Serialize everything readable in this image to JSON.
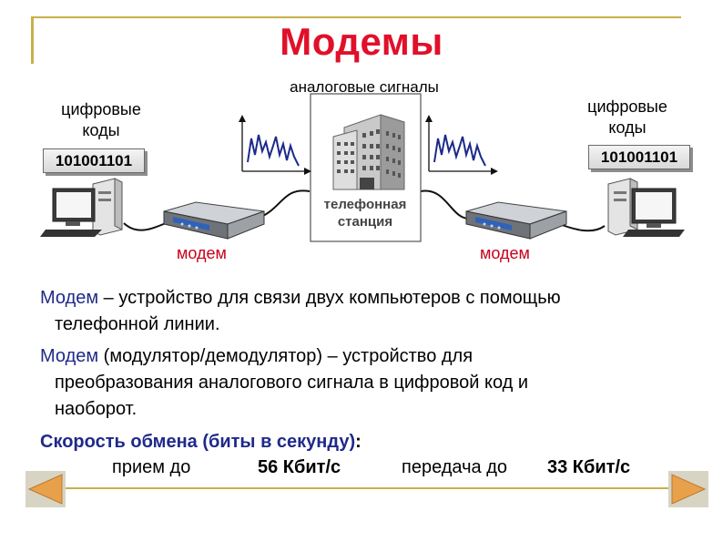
{
  "title": "Модемы",
  "diagram": {
    "analog_label": "аналоговые сигналы",
    "digital_left": [
      "цифровые",
      "коды"
    ],
    "digital_right": [
      "цифровые",
      "коды"
    ],
    "code_left": "101001101",
    "code_right": "101001101",
    "station_label": [
      "телефонная",
      "станция"
    ],
    "modem_left": "модем",
    "modem_right": "модем"
  },
  "definition1": {
    "term": "Модем",
    "line1": " – устройство для связи двух компьютеров с помощью",
    "line2": "телефонной линии."
  },
  "definition2": {
    "term": "Модем",
    "line1": " (модулятор/демодулятор) – устройство для",
    "line2": "преобразования аналогового сигнала в цифровой код и",
    "line3": "наоборот."
  },
  "speed": {
    "heading": "Скорость обмена (биты в секунду)",
    "colon": ":",
    "receive_label": "прием до",
    "receive_value": "56 Кбит/с",
    "send_label": "передача до",
    "send_value": "33 Кбит/с"
  },
  "colors": {
    "title": "#e0102a",
    "term": "#1f2a88",
    "modem_label": "#c8001a",
    "frame": "#c8b04a",
    "nav_arrow": "#e8a04a"
  }
}
